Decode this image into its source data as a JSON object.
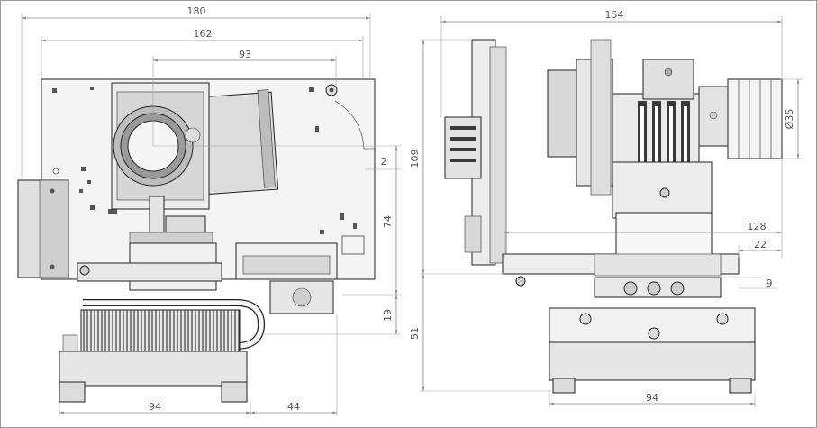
{
  "dimensions": {
    "front": {
      "overall_width": "180",
      "board_width": "162",
      "lens_offset": "93",
      "edge_gap": "2",
      "height_74": "74",
      "height_19": "19",
      "base_width": "94",
      "extension": "44"
    },
    "side": {
      "overall_length": "154",
      "overall_height": "109",
      "lens_diameter": "Ø35",
      "depth_128": "128",
      "depth_22": "22",
      "step_9": "9",
      "base_height": "51",
      "base_width": "94"
    }
  },
  "colors": {
    "line": "#222222",
    "dimension": "#8a8a8a",
    "fill_light": "#f2f2f2",
    "fill_mid": "#cfcfcf",
    "fill_dark": "#3a3a3a"
  }
}
